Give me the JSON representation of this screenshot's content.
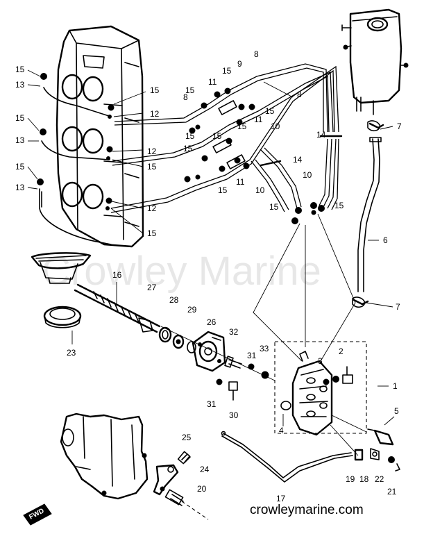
{
  "watermark": {
    "main": "Crowley Marine",
    "url": "crowleymarine.com"
  },
  "direction_badge": {
    "label": "FWD"
  },
  "callouts": [
    "15",
    "13",
    "15",
    "13",
    "15",
    "13",
    "15",
    "15",
    "12",
    "8",
    "12",
    "15",
    "12",
    "15",
    "11",
    "15",
    "9",
    "8",
    "15",
    "8",
    "15",
    "11",
    "15",
    "10",
    "15",
    "14",
    "15",
    "11",
    "15",
    "10",
    "14",
    "10",
    "15",
    "15",
    "7",
    "6",
    "7",
    "16",
    "23",
    "27",
    "28",
    "29",
    "26",
    "32",
    "31",
    "33",
    "31",
    "30",
    "3",
    "2",
    "1",
    "4",
    "5",
    "25",
    "24",
    "20",
    "17",
    "19",
    "18",
    "22",
    "21"
  ]
}
